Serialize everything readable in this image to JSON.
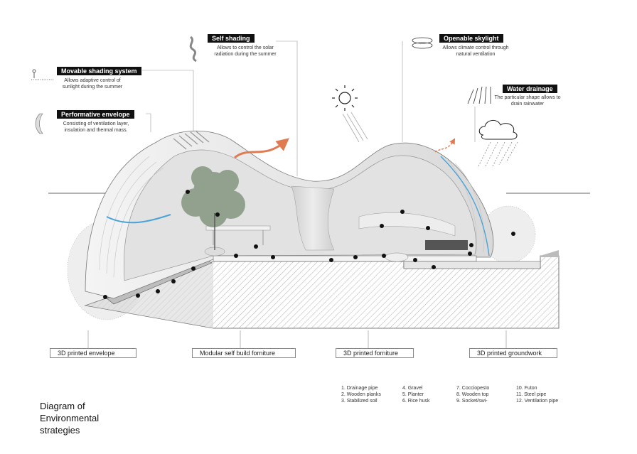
{
  "callouts": {
    "self_shading": {
      "tag": "Self shading",
      "desc_lines": [
        "Allows to control the solar",
        "radiation during the summer"
      ]
    },
    "openable_skylight": {
      "tag": "Openable skylight",
      "desc_lines": [
        "Allows climate control through",
        "natural ventilation"
      ]
    },
    "movable_shading": {
      "tag": "Movable shading system",
      "desc_lines": [
        "Allows adaptive control of",
        "sunlight during the summer"
      ]
    },
    "water_drainage": {
      "tag": "Water drainage",
      "desc_lines": [
        "The particular shape allows to",
        "drain rainwater"
      ]
    },
    "performative_envelope": {
      "tag": "Performative envelope",
      "desc_lines": [
        "Consisting of ventilation layer,",
        "insulation and thermal mass."
      ]
    }
  },
  "components": [
    "3D printed envelope",
    "Modular self build forniture",
    "3D printed forniture",
    "3D printed groundwork"
  ],
  "legend": [
    [
      "1. Drainage pipe",
      "2. Wooden planks",
      "3. Stabilized soil"
    ],
    [
      "4. Gravel",
      "5. Planter",
      "6. Rice husk"
    ],
    [
      "7. Cocciopesto",
      "8. Wooden top",
      "9. Socket/swi-"
    ],
    [
      "10. Futon",
      "11. Steel pipe",
      "12. Ventilation pipe"
    ]
  ],
  "title_lines": [
    "Diagram of",
    "Environmental",
    "strategies"
  ],
  "colors": {
    "ink": "#111111",
    "line": "#888888",
    "shell": "#e9e9e9",
    "interior": "#d7d7d7",
    "ground": "#cfcfcf",
    "air_flow": "#e07a50",
    "water_flow": "#4aa3d6"
  },
  "icons": [
    "sun-icon",
    "cloud-rain-icon",
    "skylight-icon",
    "shading-blind-icon",
    "wave-shade-icon",
    "envelope-icon",
    "drainage-arrows-icon",
    "tree-icon"
  ]
}
